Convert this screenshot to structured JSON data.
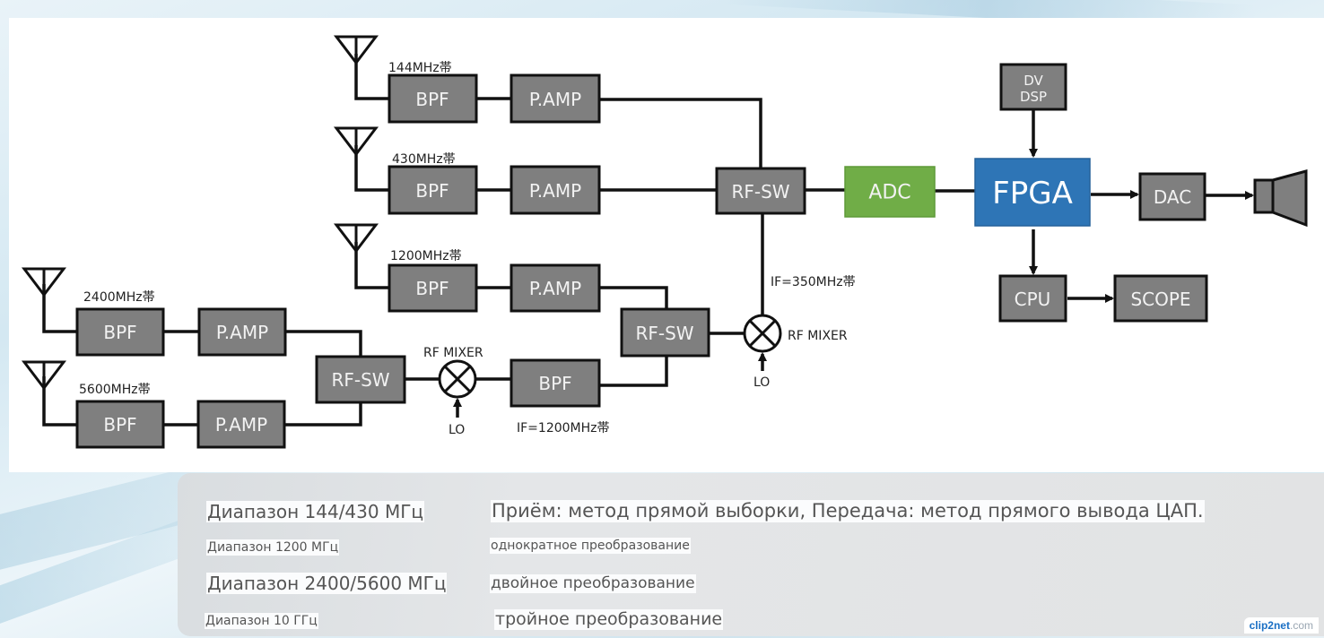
{
  "diagram": {
    "bands": {
      "b144": "144MHz帯",
      "b430": "430MHz帯",
      "b1200": "1200MHz帯",
      "b2400": "2400MHz帯",
      "b5600": "5600MHz帯"
    },
    "blocks": {
      "bpf": "BPF",
      "pamp": "P.AMP",
      "rfsw": "RF-SW",
      "adc": "ADC",
      "fpga": "FPGA",
      "dv_line1": "DV",
      "dv_line2": "DSP",
      "dac": "DAC",
      "cpu": "CPU",
      "scope": "SCOPE"
    },
    "labels": {
      "rf_mixer": "RF MIXER",
      "lo": "LO",
      "if350": "IF=350MHz帯",
      "if1200": "IF=1200MHz帯"
    },
    "colors": {
      "block": "#7f7f7f",
      "adc": "#70ad47",
      "fpga": "#2e75b6"
    }
  },
  "info": {
    "rows": [
      {
        "band": "Диапазон 144/430 МГц",
        "method": "Приём: метод прямой выборки, Передача: метод прямого вывода ЦАП."
      },
      {
        "band": "Диапазон 1200 МГц",
        "method": "однократное преобразование"
      },
      {
        "band": "Диапазон 2400/5600 МГц",
        "method": "двойное преобразование"
      },
      {
        "band": "Диапазон 10 ГГц",
        "method": "тройное преобразование"
      }
    ]
  },
  "watermark": {
    "brand": "clip2net",
    "domain": ".com"
  }
}
